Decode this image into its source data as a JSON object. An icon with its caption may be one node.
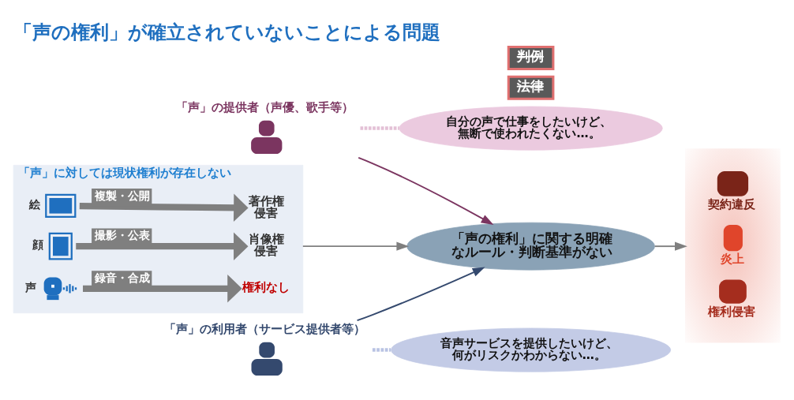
{
  "diagram": {
    "title": "「声の権利」が確立されていないことによる問題",
    "nodes": [
      {
        "text": [
          "「声」に対しては現状権利が存在しない"
        ]
      },
      {
        "text": [],
        "shape": "picture",
        "beside": [
          "絵"
        ],
        "in": 0
      },
      {
        "text": [
          "著作権侵害"
        ],
        "in": 0
      },
      {
        "text": [],
        "shape": "picture",
        "beside": [
          "顔"
        ],
        "in": 0
      },
      {
        "text": [
          "肖像権侵害"
        ],
        "in": 0
      },
      {
        "text": [],
        "shape": "picture",
        "beside": [
          "声"
        ],
        "in": 0
      },
      {
        "text": [
          "権利なし"
        ],
        "in": 0
      },
      {
        "text": [
          "法律"
        ]
      },
      {
        "text": [
          "判例"
        ]
      },
      {
        "text": [
          "「声の権利」に関する明確なルール・判断基準がない"
        ]
      },
      {
        "text": [],
        "shape": "box"
      },
      {
        "text": [
          "契約違反"
        ],
        "in": 10
      },
      {
        "text": [
          "炎上"
        ],
        "in": 10
      },
      {
        "text": [
          "権利侵害"
        ],
        "in": 10
      },
      {
        "text": [
          "自分の声で仕事をしたいけど、無断で使われたくない…。"
        ]
      },
      {
        "text": [],
        "shape": "person",
        "beside": [
          "「声」の提供者（声優、歌手等）"
        ]
      },
      {
        "text": [],
        "shape": "person",
        "beside": [
          "「声」の利用者（サービス提供者等）"
        ]
      },
      {
        "text": [
          "音声サービスを提供したいけど、何がリスクかわからない…。"
        ]
      }
    ],
    "edges": [
      {
        "from": 1,
        "to": 2,
        "arrow": "to",
        "label": "複製・公開",
        "style": "thick"
      },
      {
        "from": 3,
        "to": 4,
        "arrow": "to",
        "label": "撮影・公表",
        "style": "thick"
      },
      {
        "from": 5,
        "to": 6,
        "arrow": "to",
        "label": "録音・合成",
        "style": "thick"
      },
      {
        "from": 0,
        "to": 9,
        "arrow": "to"
      },
      {
        "from": 9,
        "to": 10,
        "arrow": "to"
      },
      {
        "from": 15,
        "to": 9,
        "arrow": "to",
        "color": "#7b3560"
      },
      {
        "from": 16,
        "to": 9,
        "arrow": "to",
        "color": "#34496e"
      },
      {
        "from": 15,
        "to": 14,
        "arrow": "none",
        "style": "dashed",
        "color": "#e3c1d6"
      },
      {
        "from": 16,
        "to": 17,
        "arrow": "none",
        "style": "dashed",
        "color": "#b9c3e3"
      }
    ]
  }
}
